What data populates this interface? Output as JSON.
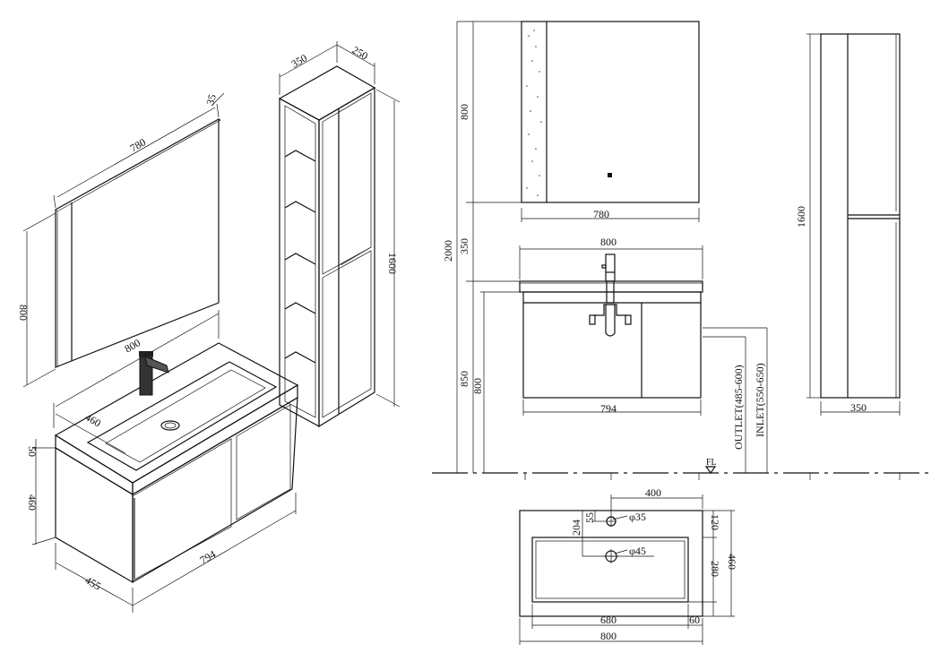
{
  "iso": {
    "mirror_width": "780",
    "mirror_depth": "35",
    "mirror_height": "800",
    "basin_width": "800",
    "basin_depth": "460",
    "top_thickness": "50",
    "cabinet_height": "460",
    "cabinet_width": "794",
    "cabinet_depth": "455",
    "tall_width": "350",
    "tall_depth": "250",
    "tall_height": "1600"
  },
  "front": {
    "mirror_height": "800",
    "mirror_width": "780",
    "gap": "350",
    "overall_height": "2000",
    "basin_width": "800",
    "height_850": "850",
    "height_800": "800",
    "cabinet_width": "794",
    "outlet": "OUTLET(485-600)",
    "inlet": "INLET(550-650)",
    "floor": "FL",
    "tall_height": "1600",
    "tall_width": "350"
  },
  "top": {
    "hole_offset": "400",
    "offset_55": "55",
    "tap_hole": "φ35",
    "offset_204": "204",
    "drain_hole": "φ45",
    "depth_120": "120",
    "depth_280": "280",
    "depth_460": "460",
    "inner_width": "680",
    "edge_60": "60",
    "total_width": "800"
  }
}
